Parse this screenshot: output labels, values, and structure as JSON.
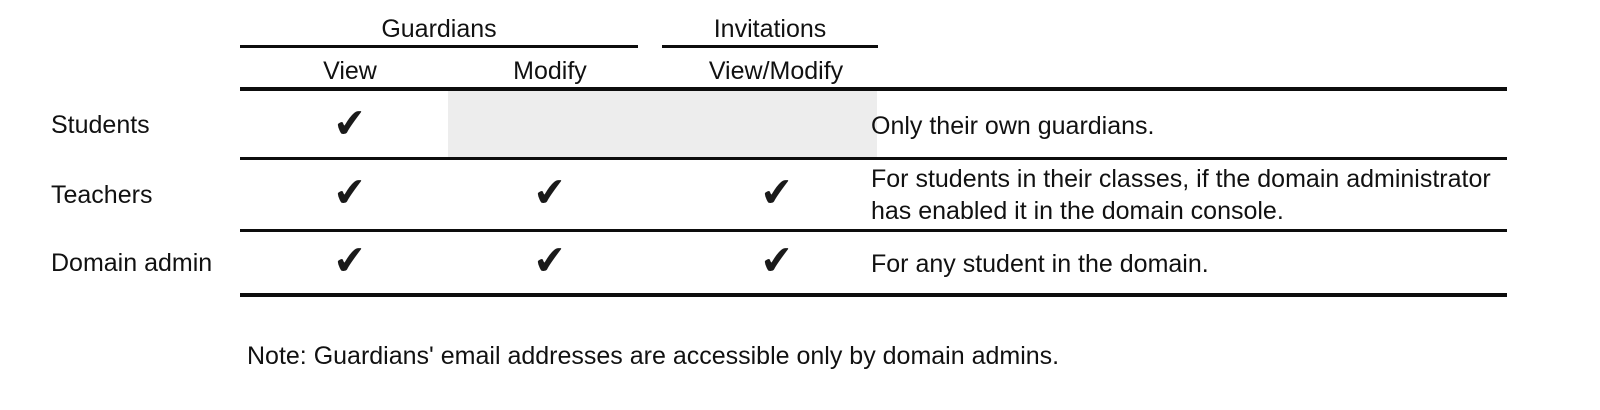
{
  "table": {
    "column_groups": [
      {
        "label": "Guardians",
        "span": 2
      },
      {
        "label": "Invitations",
        "span": 1
      }
    ],
    "columns": [
      {
        "label": "View"
      },
      {
        "label": "Modify"
      },
      {
        "label": "View/Modify"
      },
      {
        "label": ""
      }
    ],
    "rows": [
      {
        "role": "Students",
        "guardians_view": "✔",
        "guardians_modify": "",
        "invitations_view_modify": "",
        "notes": "Only their own guardians."
      },
      {
        "role": "Teachers",
        "guardians_view": "✔",
        "guardians_modify": "✔",
        "invitations_view_modify": "✔",
        "notes": "For students in their classes, if the domain administrator has enabled it in the domain console."
      },
      {
        "role": "Domain admin",
        "guardians_view": "✔",
        "guardians_modify": "✔",
        "invitations_view_modify": "✔",
        "notes": "For any student in the domain."
      }
    ]
  },
  "footer": {
    "note": "Note: Guardians' email addresses are accessible only by domain admins."
  },
  "colors": {
    "rule": "#0d0d0d",
    "text": "#111111",
    "shaded_cell": "#ededed",
    "background": "#ffffff",
    "checkmark": "#1a1a1a"
  }
}
